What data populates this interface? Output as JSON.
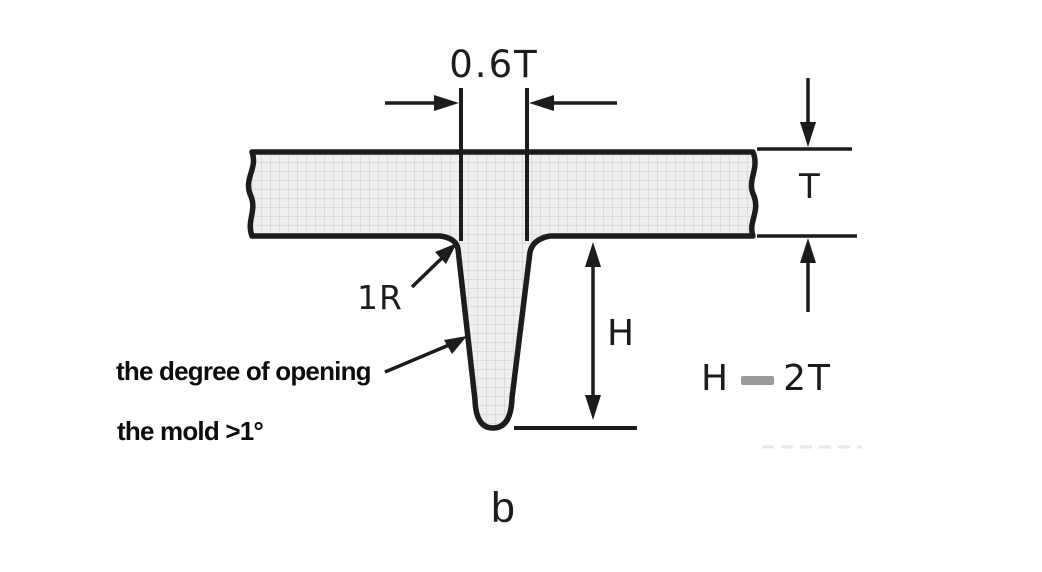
{
  "figure": {
    "caption": "b",
    "dimensions": {
      "rib_width_label": "0.6T",
      "fillet_radius_label": "1R",
      "rib_height_label": "H",
      "wall_thickness_label": "T"
    },
    "formula": {
      "text": "H=2T",
      "lhs": "H",
      "rhs": "2T"
    },
    "draft_note": {
      "line1": "the degree of opening",
      "line2": "the mold >1°"
    },
    "colors": {
      "line": "#1c1c1c",
      "slab_fill": "#efefef",
      "grid_texture": "#dcdcdc",
      "equals_dash": "#9a9a9a",
      "background": "#ffffff"
    }
  }
}
